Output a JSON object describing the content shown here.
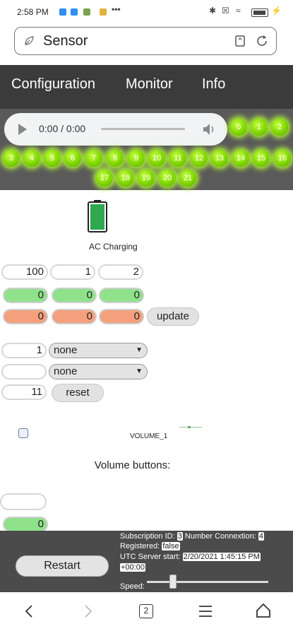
{
  "status_bar": {
    "time": "2:58 PM",
    "dots": "•••"
  },
  "url_bar": {
    "title": "Sensor"
  },
  "nav": {
    "items": [
      "Configuration",
      "Monitor",
      "Info"
    ]
  },
  "audio": {
    "time": "0:00 / 0:00"
  },
  "led_labels": [
    "0",
    "1",
    "2",
    "3",
    "4",
    "5",
    "6",
    "7",
    "8",
    "9",
    "10",
    "11",
    "12",
    "13",
    "14",
    "15",
    "16",
    "17",
    "18",
    "19",
    "20",
    "21"
  ],
  "battery": {
    "label": "AC Charging",
    "level": 1.0,
    "color": "#2fa84f"
  },
  "fields": {
    "row1": [
      "100",
      "1",
      "2"
    ],
    "green": [
      "0",
      "0",
      "0"
    ],
    "orange": [
      "0",
      "0",
      "0"
    ],
    "update_label": "update",
    "field_a": "1",
    "select_a": "none",
    "field_b": "",
    "select_b": "none",
    "field_c": "11",
    "reset_label": "reset"
  },
  "volume": {
    "label": "VOLUME_1",
    "buttons_heading": "Volume buttons:",
    "field_empty": "",
    "green_value": "0"
  },
  "bottom": {
    "restart_label": "Restart",
    "subscription_id_label": "Subscription ID:",
    "subscription_id": "3",
    "connexion_label": "Number Connextion:",
    "connexion": "4",
    "registered_label": "Registered:",
    "registered": "false",
    "utc_label": "UTC Server start:",
    "utc_value": "2/20/2021 1:45:15 PM",
    "utc_offset": "+00:00",
    "speed_label": "Speed:"
  },
  "browser_nav": {
    "tabs_count": "2"
  },
  "colors": {
    "green_field": "#8fe28b",
    "orange_field": "#f4a07d",
    "led": "#7ed600",
    "nav_bg": "#3b3b3b"
  }
}
